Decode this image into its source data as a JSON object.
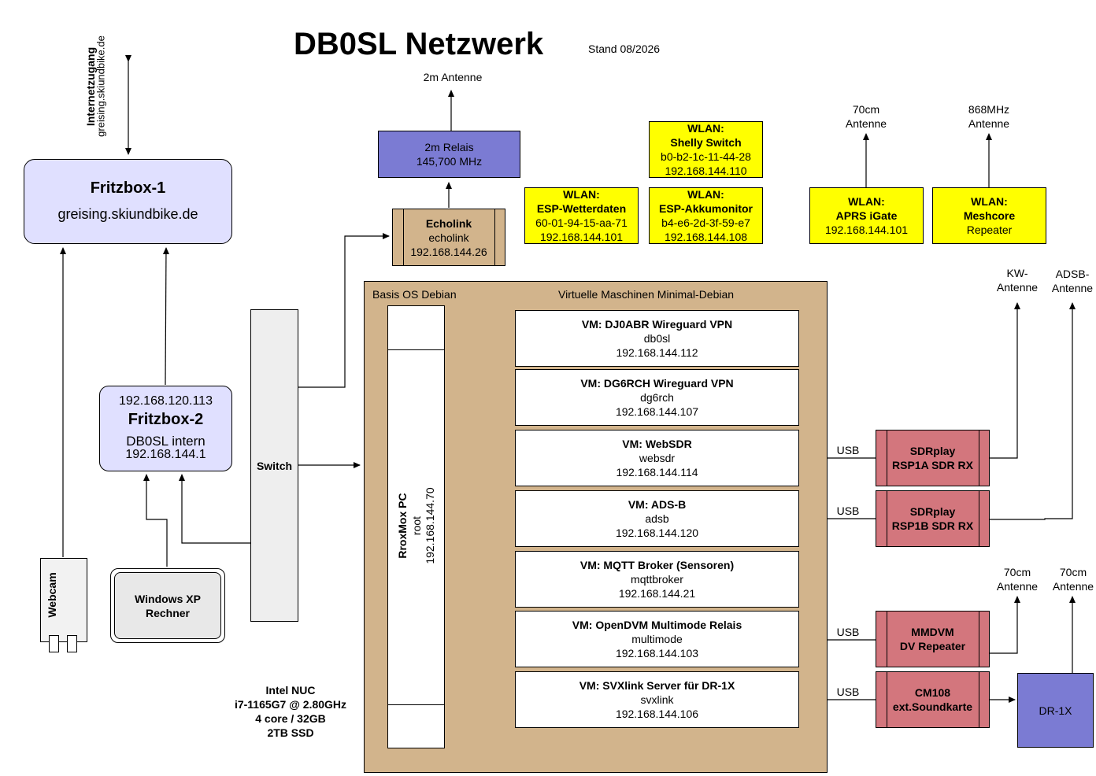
{
  "title": "DB0SL Netzwerk",
  "stand": "Stand 08/2026",
  "internet": {
    "label": "Internetzugang",
    "host": "greising.skiundbike.de"
  },
  "fritzbox1": {
    "name": "Fritzbox-1",
    "host": "greising.skiundbike.de"
  },
  "fritzbox2": {
    "ip_top": "192.168.120.113",
    "name": "Fritzbox-2",
    "sub": "DB0SL intern",
    "ip": "192.168.144.1"
  },
  "webcam": "Webcam",
  "windows": {
    "line1": "Windows XP",
    "line2": "Rechner"
  },
  "switch": "Switch",
  "antenna_2m": "2m Antenne",
  "relais": {
    "line1": "2m Relais",
    "line2": "145,700 MHz"
  },
  "echolink": {
    "name": "Echolink",
    "host": "echolink",
    "ip": "192.168.144.26"
  },
  "wlan_shelly": {
    "l1": "WLAN:",
    "l2": "Shelly Switch",
    "l3": "b0-b2-1c-11-44-28",
    "l4": "192.168.144.110"
  },
  "wlan_esp_wetter": {
    "l1": "WLAN:",
    "l2": "ESP-Wetterdaten",
    "l3": "60-01-94-15-aa-71",
    "l4": "192.168.144.101"
  },
  "wlan_esp_akku": {
    "l1": "WLAN:",
    "l2": "ESP-Akkumonitor",
    "l3": "b4-e6-2d-3f-59-e7",
    "l4": "192.168.144.108"
  },
  "wlan_aprs": {
    "l1": "WLAN:",
    "l2": "APRS iGate",
    "l3": "192.168.144.101"
  },
  "wlan_mesh": {
    "l1": "WLAN:",
    "l2": "Meshcore",
    "l3": "Repeater"
  },
  "ant_70cm_top": {
    "l1": "70cm",
    "l2": "Antenne"
  },
  "ant_868": {
    "l1": "868MHz",
    "l2": "Antenne"
  },
  "ant_kw": {
    "l1": "KW-",
    "l2": "Antenne"
  },
  "ant_adsb": {
    "l1": "ADSB-",
    "l2": "Antenne"
  },
  "ant_70cm_a": {
    "l1": "70cm",
    "l2": "Antenne"
  },
  "ant_70cm_b": {
    "l1": "70cm",
    "l2": "Antenne"
  },
  "host": {
    "basis": "Basis OS Debian",
    "vms_label": "Virtuelle Maschinen Minimal-Debian",
    "proxmox": {
      "name": "RroxMox PC",
      "user": "root",
      "ip": "192.168.144.70"
    }
  },
  "nuc": {
    "l1": "Intel NUC",
    "l2": "i7-1165G7 @ 2.80GHz",
    "l3": "4 core / 32GB",
    "l4": "2TB SSD"
  },
  "vms": [
    {
      "name": "VM: DJ0ABR Wireguard VPN",
      "host": "db0sl",
      "ip": "192.168.144.112"
    },
    {
      "name": "VM: DG6RCH Wireguard VPN",
      "host": "dg6rch",
      "ip": "192.168.144.107"
    },
    {
      "name": "VM: WebSDR",
      "host": "websdr",
      "ip": "192.168.144.114"
    },
    {
      "name": "VM: ADS-B",
      "host": "adsb",
      "ip": "192.168.144.120"
    },
    {
      "name": "VM: MQTT Broker (Sensoren)",
      "host": "mqttbroker",
      "ip": "192.168.144.21"
    },
    {
      "name": "VM: OpenDVM Multimode Relais",
      "host": "multimode",
      "ip": "192.168.144.103"
    },
    {
      "name": "VM: SVXlink Server für DR-1X",
      "host": "svxlink",
      "ip": "192.168.144.106"
    }
  ],
  "usb": "USB",
  "sdr1": {
    "l1": "SDRplay",
    "l2": "RSP1A SDR RX"
  },
  "sdr2": {
    "l1": "SDRplay",
    "l2": "RSP1B SDR RX"
  },
  "mmdvm": {
    "l1": "MMDVM",
    "l2": "DV Repeater"
  },
  "cm108": {
    "l1": "CM108",
    "l2": "ext.Soundkarte"
  },
  "dr1x": "DR-1X",
  "colors": {
    "fritz_bg": "#e0e0ff",
    "relais_bg": "#7b7bd3",
    "echolink_bg": "#d2b48c",
    "host_bg": "#d2b48c",
    "wlan_bg": "#ffff00",
    "usb_dev_bg": "#d3767d",
    "dr1x_bg": "#7b7bd3",
    "windows_bg": "#e8e8e8"
  }
}
